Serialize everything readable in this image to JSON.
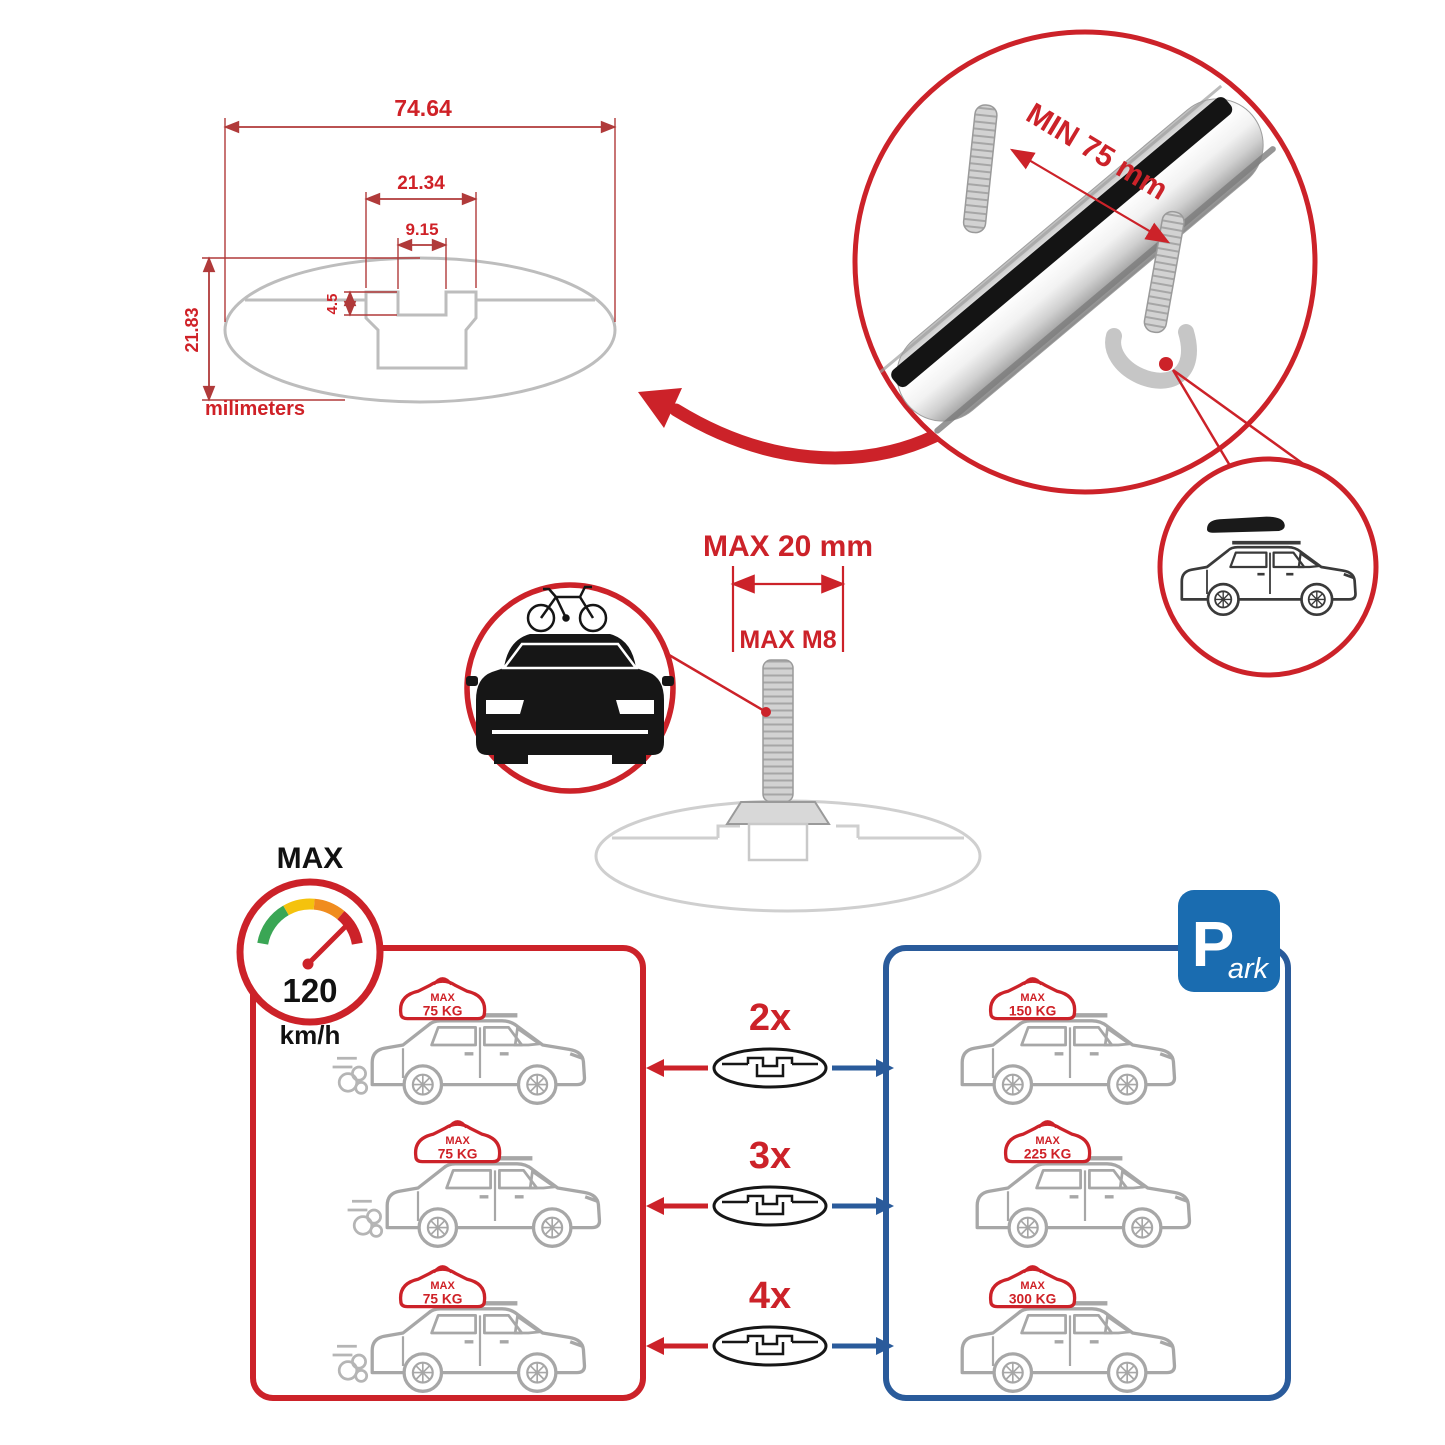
{
  "colors": {
    "accent_red": "#cc2229",
    "dimension_red": "#b03a3a",
    "panel_blue": "#2a5b9b",
    "sign_blue": "#1a6cb0",
    "drawing_grey": "#bdbdbd"
  },
  "cross_section": {
    "total_width": "74.64",
    "channel_width": "21.34",
    "slot_width": "9.15",
    "slot_depth": "4.5",
    "total_height": "21.83",
    "units": "milimeters"
  },
  "bar_detail": {
    "clamp_min": "MIN 75 mm"
  },
  "bolt_detail": {
    "max_width": "MAX 20 mm",
    "max_thread": "MAX M8"
  },
  "speed_limit": {
    "title": "MAX",
    "value": "120",
    "units": "km/h"
  },
  "parking_sign": {
    "letter": "P",
    "script": "ark"
  },
  "rows": [
    {
      "qty": "2x",
      "driving": {
        "max": "MAX",
        "load": "75 KG"
      },
      "parked": {
        "max": "MAX",
        "load": "150 KG"
      }
    },
    {
      "qty": "3x",
      "driving": {
        "max": "MAX",
        "load": "75 KG"
      },
      "parked": {
        "max": "MAX",
        "load": "225 KG"
      }
    },
    {
      "qty": "4x",
      "driving": {
        "max": "MAX",
        "load": "75 KG"
      },
      "parked": {
        "max": "MAX",
        "load": "300 KG"
      }
    }
  ]
}
